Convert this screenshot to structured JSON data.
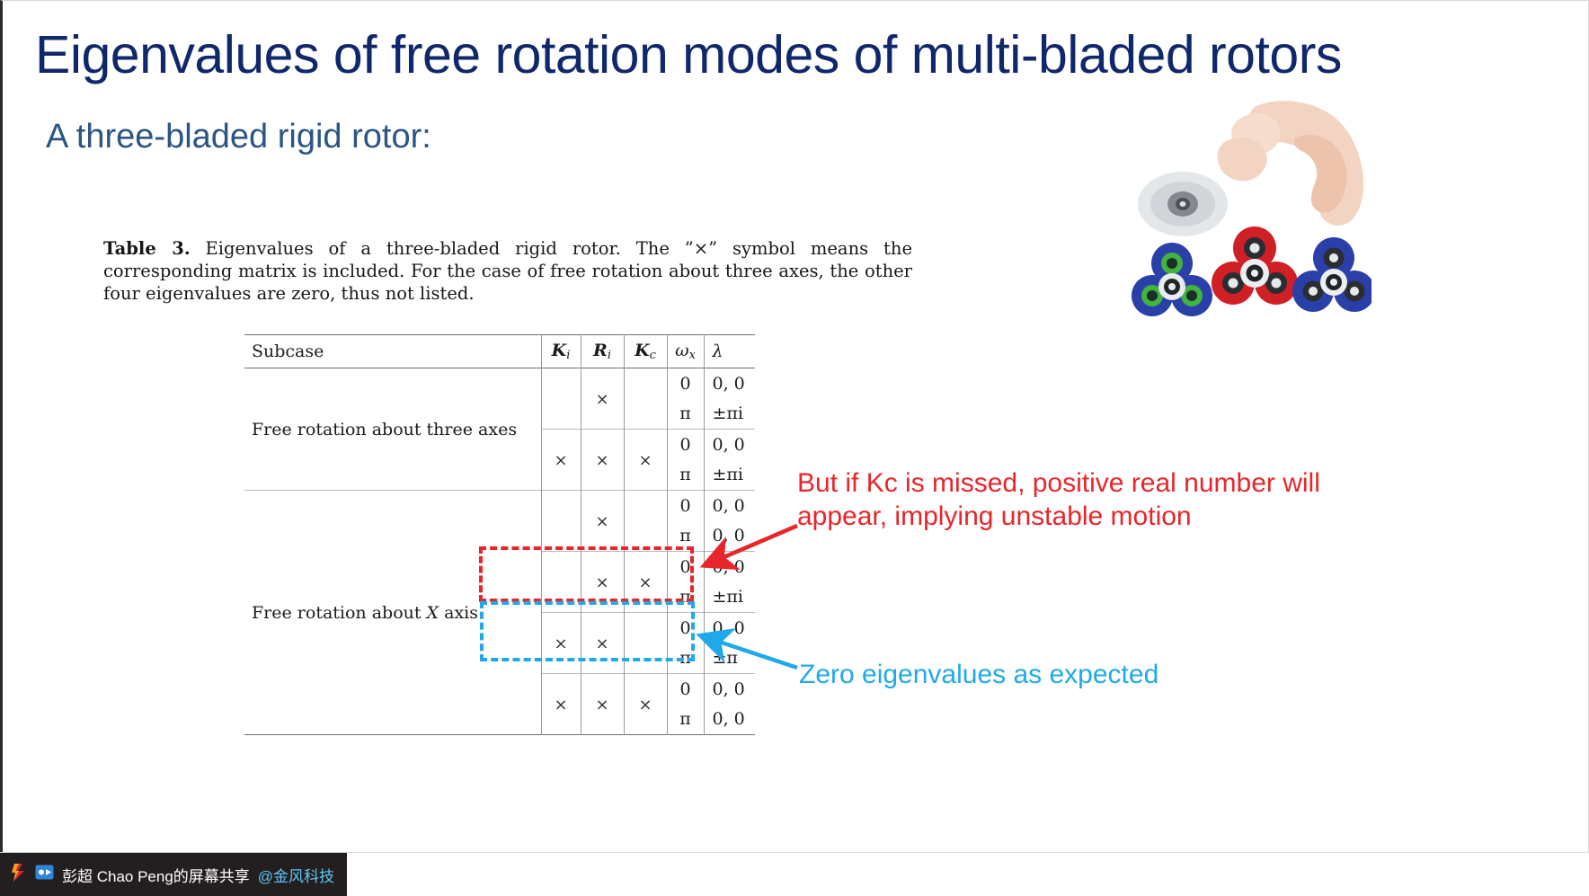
{
  "slide": {
    "title": "Eigenvalues of free rotation modes of multi-bladed rotors",
    "subtitle": "A three-bladed rigid rotor:",
    "title_color": "#11276b",
    "subtitle_color": "#2b5583"
  },
  "caption": {
    "label": "Table 3.",
    "text": "Eigenvalues of a three-bladed rigid rotor. The ”×” symbol means the corresponding matrix is included. For the case of free rotation about three axes, the other four eigenvalues are zero, thus not listed."
  },
  "table": {
    "headers": {
      "subcase": "Subcase",
      "ki": "K",
      "ki_sub": "i",
      "ri": "R",
      "ri_sub": "i",
      "kc": "K",
      "kc_sub": "c",
      "wx": "ω",
      "wx_sub": "x",
      "lambda": "λ"
    },
    "xmark": "×",
    "groups": [
      {
        "subcase": "Free rotation about three axes",
        "blocks": [
          {
            "ki": "",
            "ri": "×",
            "kc": "",
            "rows": [
              {
                "wx": "0",
                "lambda": "0, 0"
              },
              {
                "wx": "π",
                "lambda": "±πi"
              }
            ]
          },
          {
            "ki": "×",
            "ri": "×",
            "kc": "×",
            "rows": [
              {
                "wx": "0",
                "lambda": "0, 0"
              },
              {
                "wx": "π",
                "lambda": "±πi"
              }
            ]
          }
        ]
      },
      {
        "subcase": "Free rotation about X axis",
        "subcase_pre": "Free rotation about ",
        "subcase_var": "X",
        "subcase_post": " axis",
        "blocks": [
          {
            "ki": "",
            "ri": "×",
            "kc": "",
            "rows": [
              {
                "wx": "0",
                "lambda": "0, 0"
              },
              {
                "wx": "π",
                "lambda": "0, 0"
              }
            ]
          },
          {
            "ki": "",
            "ri": "×",
            "kc": "×",
            "rows": [
              {
                "wx": "0",
                "lambda": "0, 0"
              },
              {
                "wx": "π",
                "lambda": "±πi"
              }
            ]
          },
          {
            "ki": "×",
            "ri": "×",
            "kc": "",
            "highlight": "red",
            "rows": [
              {
                "wx": "0",
                "lambda": "0, 0"
              },
              {
                "wx": "π",
                "lambda": "±π"
              }
            ]
          },
          {
            "ki": "×",
            "ri": "×",
            "kc": "×",
            "highlight": "cyan",
            "rows": [
              {
                "wx": "0",
                "lambda": "0, 0"
              },
              {
                "wx": "π",
                "lambda": "0, 0"
              }
            ]
          }
        ]
      }
    ]
  },
  "annotations": {
    "red": {
      "text": "But if Kc is missed, positive real number will appear, implying unstable motion",
      "color": "#e8252a"
    },
    "cyan": {
      "text": "Zero eigenvalues as expected",
      "color": "#20a9e8"
    }
  },
  "taskbar": {
    "share_text": "彭超 Chao Peng的屏幕共享",
    "share_tag": "@金风科技"
  }
}
